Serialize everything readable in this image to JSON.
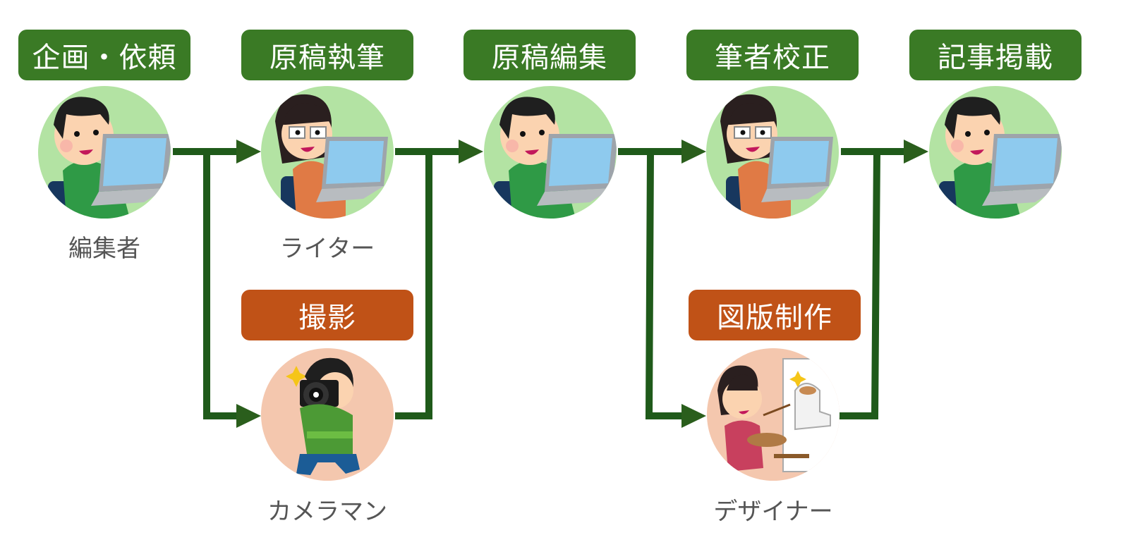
{
  "stages": {
    "planning": "企画・依頼",
    "writing": "原稿執筆",
    "editing": "原稿編集",
    "author_proof": "筆者校正",
    "publishing": "記事掲載",
    "photography": "撮影",
    "illustration": "図版制作"
  },
  "roles": {
    "editor": "編集者",
    "writer": "ライター",
    "cameraman": "カメラマン",
    "designer": "デザイナー"
  },
  "colors": {
    "main_stage": "#3a7a25",
    "side_stage": "#c05217",
    "arrow": "#1f5a1a",
    "main_circle": "#b3e3a3",
    "side_circle": "#f4c7ae"
  }
}
